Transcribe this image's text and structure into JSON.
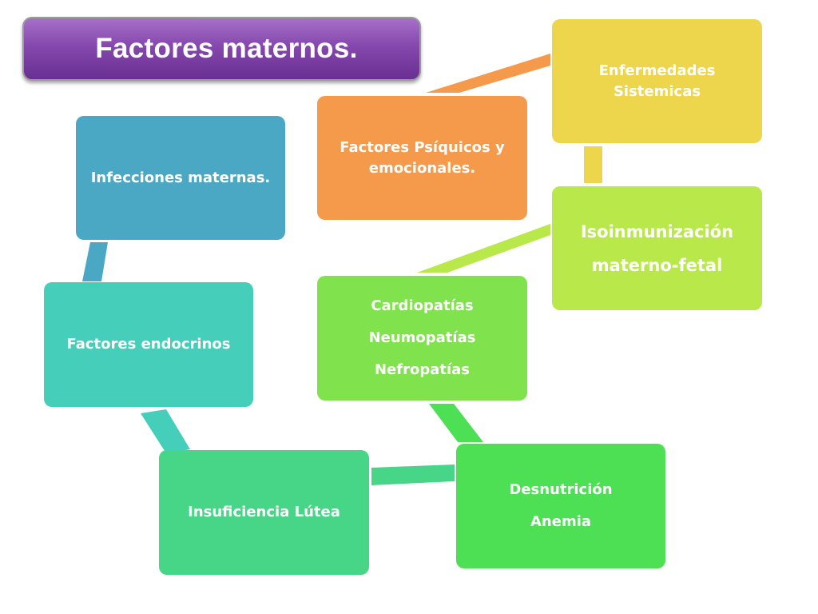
{
  "title": "Factores maternos.",
  "nodes": {
    "infecciones": {
      "lines": [
        "Infecciones maternas."
      ],
      "color": "#4aa8c5"
    },
    "endocrinos": {
      "lines": [
        "Factores endocrinos"
      ],
      "color": "#45cfba"
    },
    "lutea": {
      "lines": [
        "Insuficiencia Lútea"
      ],
      "color": "#47d587"
    },
    "desnutricion": {
      "lines": [
        "Desnutrición",
        "Anemia"
      ],
      "color": "#4ddf54"
    },
    "cardio": {
      "lines": [
        "Cardiopatías",
        "Neumopatías",
        "Nefropatías"
      ],
      "color": "#80e24c"
    },
    "isoinmunizacion": {
      "lines": [
        "Isoinmunización",
        "materno-fetal"
      ],
      "color": "#b9e84a"
    },
    "enfermedades": {
      "lines": [
        "Enfermedades",
        "Sistemicas"
      ],
      "color": "#edd64b"
    },
    "psiquicos": {
      "lines": [
        "Factores Psíquicos y",
        "emocionales."
      ],
      "color": "#f59a4a"
    }
  },
  "colors": {
    "title_gradient_top": "#a770c9",
    "title_gradient_bottom": "#6a2f93"
  }
}
